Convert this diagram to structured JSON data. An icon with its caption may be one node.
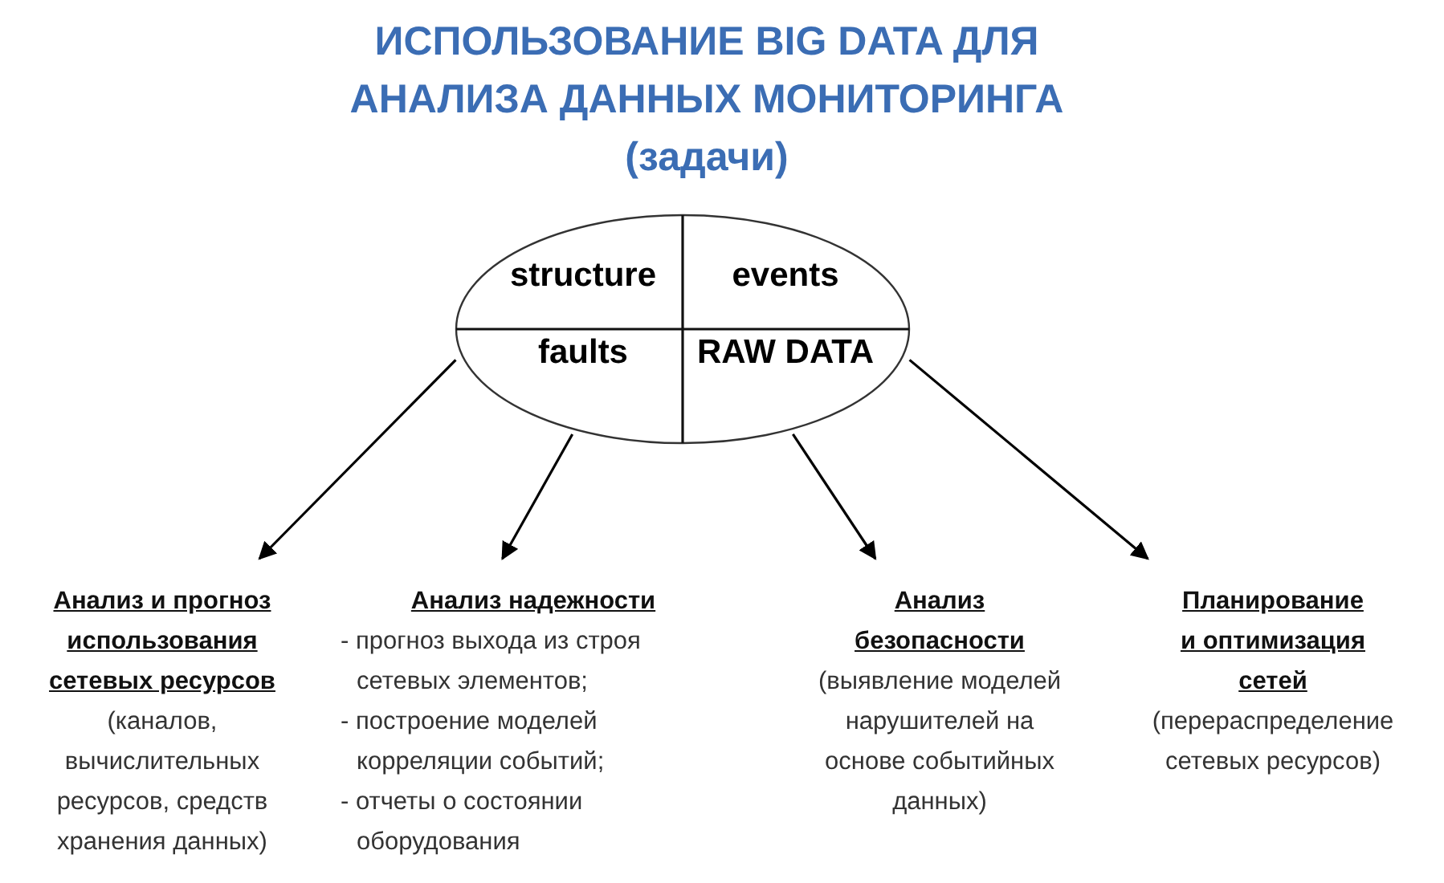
{
  "diagram": {
    "title": "ИСПОЛЬЗОВАНИЕ BIG DATA ДЛЯ АНАЛИЗА ДАННЫХ МОНИТОРИНГА (задачи)",
    "nodes": [
      {
        "text": [
          "structure",
          "events",
          "faults",
          "RAW DATA"
        ]
      },
      {
        "text": [
          "Анализ и прогноз использования сетевых ресурсов",
          "(каналов, вычислительных ресурсов, средств хранения данных)"
        ]
      },
      {
        "text": [
          "Анализ надежности",
          "- прогноз выхода из строя сетевых элементов;",
          "- построение моделей корреляции событий;",
          "- отчеты о состоянии оборудования"
        ]
      },
      {
        "text": [
          "Анализ безопасности",
          "(выявление моделей нарушителей на основе событийных данных)"
        ]
      },
      {
        "text": [
          "Планирование и оптимизация сетей",
          "(перераспределение сетевых ресурсов)"
        ]
      }
    ],
    "edges": [
      {
        "from": 0,
        "to": 1,
        "arrow": "to"
      },
      {
        "from": 0,
        "to": 2,
        "arrow": "to"
      },
      {
        "from": 0,
        "to": 3,
        "arrow": "to"
      },
      {
        "from": 0,
        "to": 4,
        "arrow": "to"
      }
    ]
  }
}
